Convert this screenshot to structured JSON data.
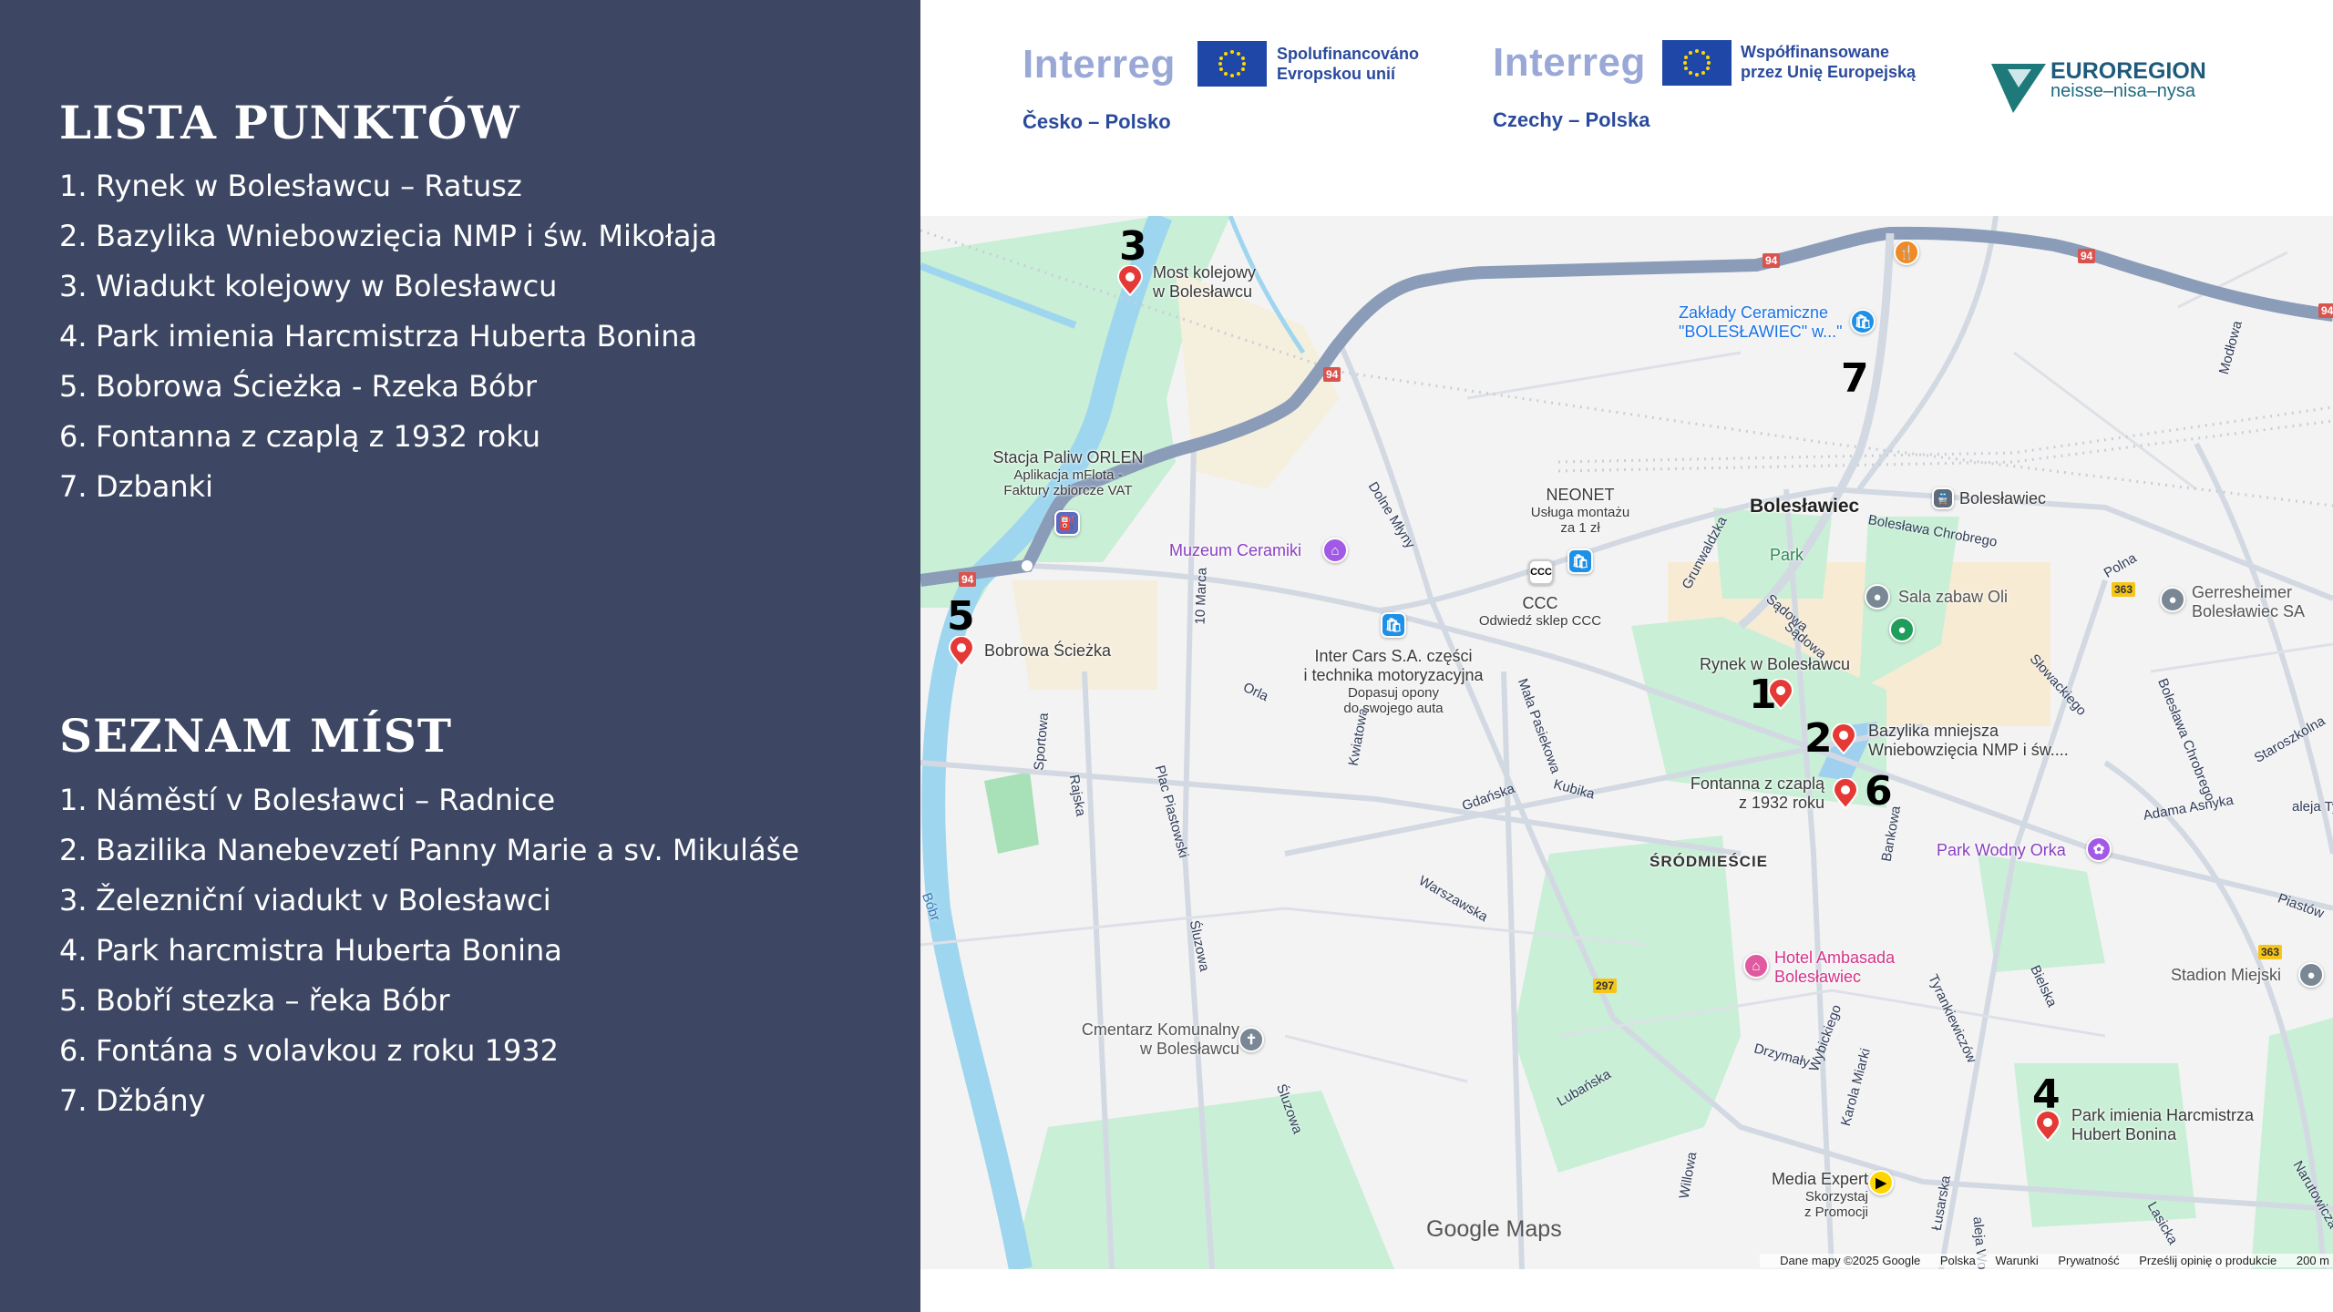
{
  "lists": {
    "pl_title": "LISTA PUNKTÓW",
    "pl_items": [
      "Rynek w Bolesławcu – Ratusz",
      "Bazylika Wniebowzięcia NMP i św. Mikołaja",
      "Wiadukt kolejowy w Bolesławcu",
      "Park imienia Harcmistrza Huberta Bonina",
      "Bobrowa Ścieżka - Rzeka Bóbr",
      "Fontanna z czaplą z 1932 roku",
      "Dzbanki"
    ],
    "cz_title": "SEZNAM MÍST",
    "cz_items": [
      "Náměstí v Bolesławci – Radnice",
      "Bazilika Nanebevzetí Panny Marie a sv. Mikuláše",
      "Železniční viadukt v Bolesławci",
      "Park harcmistra Huberta Bonina",
      "Bobří stezka – řeka Bóbr",
      "Fontána s volavkou z roku 1932",
      "Džbány"
    ],
    "nums": [
      "1.",
      "2.",
      "3.",
      "4.",
      "5.",
      "6.",
      "7."
    ]
  },
  "header": {
    "logo1": {
      "brand": "Interreg",
      "cofund": [
        "Spolufinancováno",
        "Evropskou unií"
      ],
      "region": "Česko – Polsko"
    },
    "logo2": {
      "brand": "Interreg",
      "cofund": [
        "Współfinansowane",
        "przez Unię Europejską"
      ],
      "region": "Czechy – Polska"
    },
    "euroregion": {
      "title": "EUROREGION",
      "sub": "neisse–nisa–nysa"
    }
  },
  "map": {
    "markers": [
      {
        "num": "1",
        "label": "Rynek w Bolesławcu"
      },
      {
        "num": "2",
        "label": [
          "Bazylika mniejsza",
          "Wniebowzięcia NMP i św...."
        ]
      },
      {
        "num": "3",
        "label": [
          "Most kolejowy",
          "w Bolesławcu"
        ]
      },
      {
        "num": "4",
        "label": [
          "Park imienia Harcmistrza",
          "Hubert Bonina"
        ]
      },
      {
        "num": "5",
        "label": "Bobrowa Ścieżka"
      },
      {
        "num": "6",
        "label": [
          "Fontanna z czaplą",
          "z 1932 roku"
        ]
      },
      {
        "num": "7"
      }
    ],
    "places": {
      "orlen": [
        "Stacja Paliw ORLEN",
        "Aplikacja mFlota -",
        "Faktury zbiorcze VAT"
      ],
      "muzeum": "Muzeum Ceramiki",
      "neonet": [
        "NEONET",
        "Usługa montażu",
        "za 1 zł"
      ],
      "ccc_icon": "CCC",
      "ccc": [
        "CCC",
        "Odwiedź sklep CCC"
      ],
      "intercars": [
        "Inter Cars S.A. części",
        "i technika motoryzacyjna",
        "Dopasuj opony",
        "do swojego auta"
      ],
      "zaklady": [
        "Zakłady Ceramiczne",
        "\"BOLESŁAWIEC\" w...\""
      ],
      "city": "Bolesławiec",
      "station": "Bolesławiec",
      "park": "Park",
      "sala": "Sala zabaw Oli",
      "gerresheimer": [
        "Gerresheimer",
        "Bolesławiec SA"
      ],
      "srodmiescie": "ŚRÓDMIEŚCIE",
      "orka": "Park Wodny Orka",
      "hotel": [
        "Hotel Ambasada",
        "Bolesławiec"
      ],
      "stadion": "Stadion Miejski",
      "cmentarz": [
        "Cmentarz Komunalny",
        "w Bolesławcu"
      ],
      "media": [
        "Media Expert",
        "Skorzystaj",
        "z Promocji"
      ]
    },
    "streets": [
      "Dolne Młyny",
      "10 Marca",
      "Orla",
      "Grunwaldzka",
      "Sądowa",
      "Sądowa",
      "Bolesława Chrobrego",
      "Polna",
      "Słowackiego",
      "Bolesława Chrobrego",
      "Staroszkolna",
      "Adama Asnyka",
      "aleja Ty",
      "Bankowa",
      "Warszawska",
      "Gdańska",
      "Kubika",
      "Mała Pasiekowa",
      "Sportowa",
      "Rajska",
      "Plac Piastowski",
      "Śluzowa",
      "Kwiatowa",
      "Lubańska",
      "Willowa",
      "Drzymały",
      "Wybickiego",
      "Karola Miarki",
      "Tyrankiewiczów",
      "Bielska",
      "Piastów",
      "Narutowicza",
      "Lasicka",
      "Łusarska",
      "aleja Wo",
      "Modłowa",
      "Bóbr",
      "Śluzowa"
    ],
    "road_badges": [
      "94",
      "94",
      "94",
      "94",
      "94",
      "363",
      "363",
      "297"
    ],
    "google": "Google Maps",
    "attribution": [
      "Dane mapy ©2025 Google",
      "Polska",
      "Warunki",
      "Prywatność",
      "Prześlij opinię o produkcie",
      "200 m"
    ]
  }
}
